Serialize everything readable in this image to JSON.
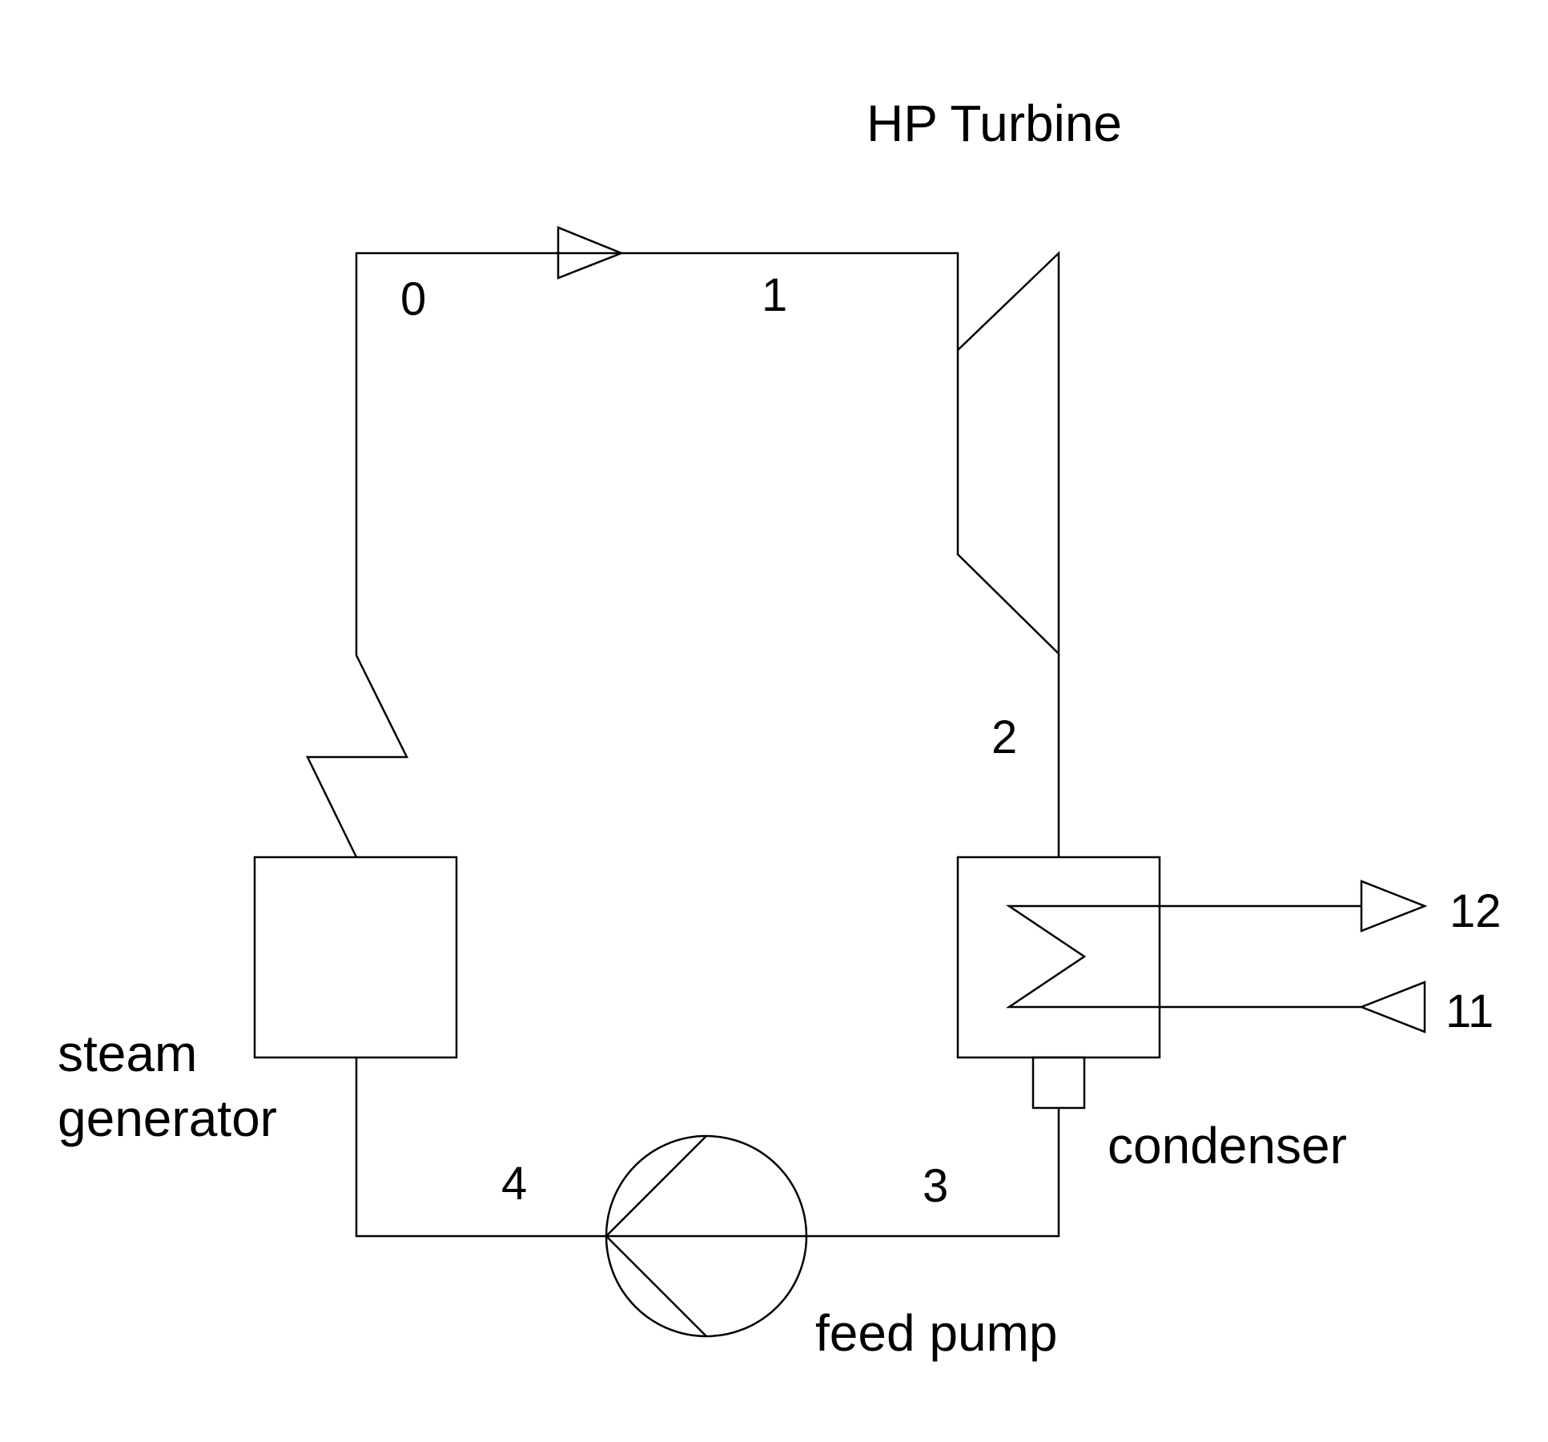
{
  "components": {
    "turbine": "HP Turbine",
    "steam_generator_line1": "steam",
    "steam_generator_line2": "generator",
    "condenser": "condenser",
    "feed_pump": "feed pump"
  },
  "states": {
    "s0": "0",
    "s1": "1",
    "s2": "2",
    "s3": "3",
    "s4": "4",
    "s11": "11",
    "s12": "12"
  }
}
